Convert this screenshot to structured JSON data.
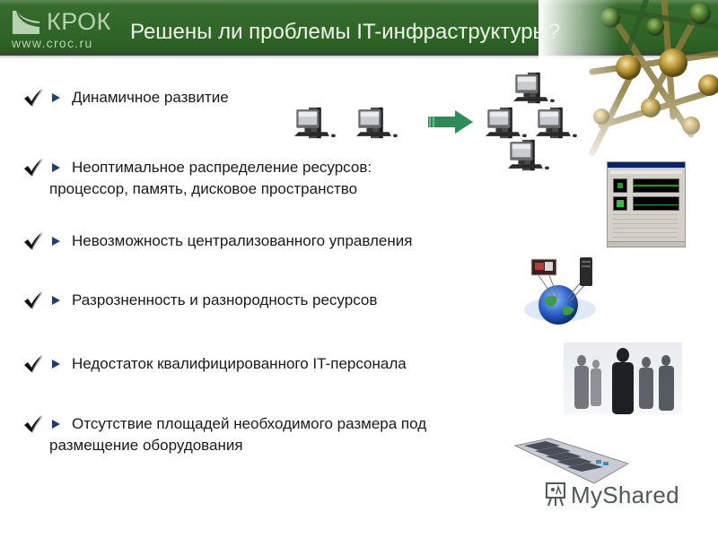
{
  "header": {
    "logo_text": "КРОК",
    "logo_url": "www.croc.ru",
    "title": "Решены ли проблемы IT-инфраструктуры?",
    "background_color": "#2f6627"
  },
  "bullets": [
    {
      "line1": "Динамичное развитие",
      "line2": ""
    },
    {
      "line1": "Неоптимальное распределение ресурсов:",
      "line2": "процессор, память, дисковое пространство"
    },
    {
      "line1": "Невозможность централизованного управления",
      "line2": ""
    },
    {
      "line1": "Разрозненность и разнородность ресурсов",
      "line2": ""
    },
    {
      "line1": "Недостаток квалифицированного IT-персонала",
      "line2": ""
    },
    {
      "line1": "Отсутствие площадей необходимого размера под",
      "line2": "размещение оборудования"
    }
  ],
  "icons": {
    "check": "checkmark-icon",
    "bullet": "triangle-bullet-icon",
    "arrow": "green-arrow-icon"
  },
  "colors": {
    "bullet_triangle": "#1f3f73",
    "arrow": "#2e8b57",
    "text": "#1a1a1a"
  },
  "watermark": {
    "text": "MyShared"
  }
}
